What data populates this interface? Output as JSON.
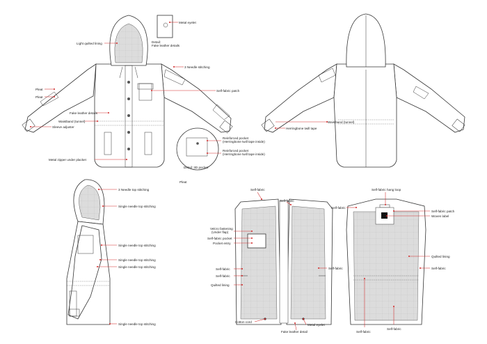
{
  "front_view": {
    "labels": [
      {
        "id": "metal-eyelet",
        "text": "Metal eyelet"
      },
      {
        "id": "detail-faux-leather",
        "text": "Detail:"
      },
      {
        "id": "detail-faux-leather-2",
        "text": "Fake leather details"
      },
      {
        "id": "light-quilted-lining",
        "text": "Light quilted lining"
      },
      {
        "id": "three-needle-stitching",
        "text": "3 Needle stitching"
      },
      {
        "id": "self-fabric-patch",
        "text": "Self-fabric patch"
      },
      {
        "id": "pleat-1",
        "text": "Pleat"
      },
      {
        "id": "pleat-2",
        "text": "Pleat"
      },
      {
        "id": "fake-leather-details",
        "text": "Fake leather details"
      },
      {
        "id": "waistband-tunnel",
        "text": "Waistband (tunnel)"
      },
      {
        "id": "sleeve-adjuster",
        "text": "Sleeve adjuster"
      },
      {
        "id": "reinforced-pocket-1",
        "text": "Reinforced pocket"
      },
      {
        "id": "reinforced-pocket-1b",
        "text": "(Herringbone twill tape inside)"
      },
      {
        "id": "reinforced-pocket-2",
        "text": "Reinforced pocket"
      },
      {
        "id": "reinforced-pocket-2b",
        "text": "(Herringbone twill tape inside)"
      },
      {
        "id": "detail-3d-pocket",
        "text": "Detail: 3D pocket"
      },
      {
        "id": "metal-zipper",
        "text": "Metal zipper under placket"
      },
      {
        "id": "pleat-3",
        "text": "Pleat"
      }
    ]
  },
  "back_view": {
    "labels": [
      {
        "id": "waistband-tunnel-back",
        "text": "Waistband (tunnel)"
      },
      {
        "id": "herringbone-twill-tape",
        "text": "Herringbone twill tape"
      }
    ]
  },
  "side_view": {
    "labels": [
      {
        "id": "s1",
        "text": "3 Needle top stitching"
      },
      {
        "id": "s2",
        "text": "Single needle top stitching"
      },
      {
        "id": "s3",
        "text": "Single needle top stitching"
      },
      {
        "id": "s4",
        "text": "Single needle top stitching"
      },
      {
        "id": "s5",
        "text": "Single needle top stitching"
      },
      {
        "id": "s6",
        "text": "Single needle top stitching"
      }
    ]
  },
  "inside_front_view": {
    "labels": [
      {
        "id": "self-fabric-a",
        "text": "Self-fabric"
      },
      {
        "id": "self-fabric-b",
        "text": "Self-fabric"
      },
      {
        "id": "velcro",
        "text": "Velcro fastening"
      },
      {
        "id": "velcro-b",
        "text": "(Under flap)"
      },
      {
        "id": "self-fabric-pocket",
        "text": "Self-fabric pocket"
      },
      {
        "id": "pocket-entry",
        "text": "Pocket entry"
      },
      {
        "id": "self-fabric-c",
        "text": "Self-fabric"
      },
      {
        "id": "self-fabric-d",
        "text": "Self-fabric"
      },
      {
        "id": "quilted-lining-a",
        "text": "Quilted lining"
      },
      {
        "id": "self-fabric-e",
        "text": "Self-fabric"
      },
      {
        "id": "cotton-cord",
        "text": "Cotton cord"
      },
      {
        "id": "metal-eyelet-b",
        "text": "Metal eyelet"
      },
      {
        "id": "fake-leather-detail",
        "text": "Fake leather detail"
      }
    ]
  },
  "inside_back_view": {
    "labels": [
      {
        "id": "self-fabric-hang-loop",
        "text": "Self-fabric hang loop"
      },
      {
        "id": "self-fabric-f",
        "text": "Self-fabric"
      },
      {
        "id": "self-fabric-patch-b",
        "text": "Self-fabric patch"
      },
      {
        "id": "woven-label",
        "text": "Woven label"
      },
      {
        "id": "quilted-lining-b",
        "text": "Quilted lining"
      },
      {
        "id": "self-fabric-g",
        "text": "Self-fabric"
      },
      {
        "id": "self-fabric-h",
        "text": "Self-fabric"
      },
      {
        "id": "self-fabric-i",
        "text": "Self-fabric"
      }
    ]
  },
  "colors": {
    "leader": "#d12a2a",
    "outline": "#333333",
    "quilt": "#d9d9d9"
  }
}
